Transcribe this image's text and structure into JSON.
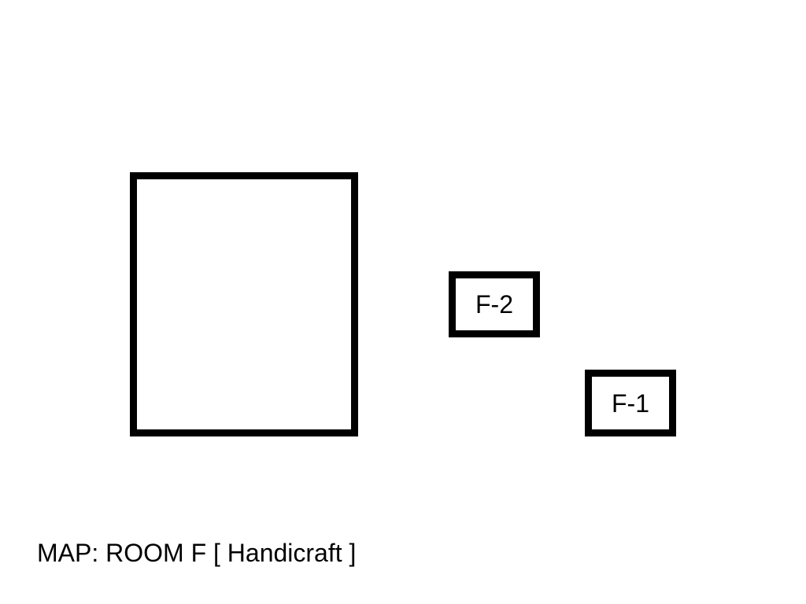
{
  "map": {
    "title": "MAP: ROOM F [ Handicraft ]",
    "booths": [
      {
        "label": "F-2"
      },
      {
        "label": "F-1"
      }
    ]
  },
  "colors": {
    "outline": "#000000",
    "background": "#ffffff",
    "text": "#000000"
  }
}
